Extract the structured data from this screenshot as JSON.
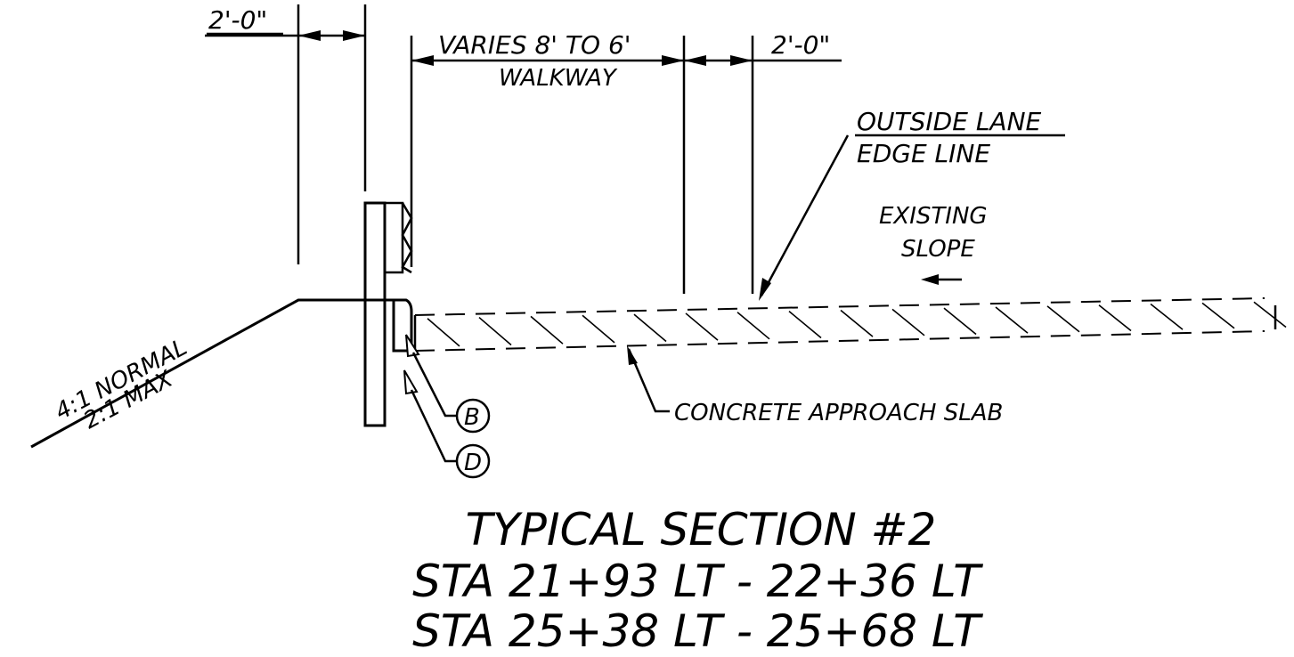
{
  "dimensions": {
    "left_offset": "2'-0\"",
    "walkway_width": "VARIES 8' TO 6'",
    "walkway_label": "WALKWAY",
    "right_offset": "2'-0\""
  },
  "notes": {
    "edge_line_1": "OUTSIDE LANE",
    "edge_line_2": "EDGE LINE",
    "slope_1": "EXISTING",
    "slope_2": "SLOPE",
    "slab": "CONCRETE APPROACH SLAB",
    "embankment_1": "4:1 NORMAL",
    "embankment_2": "2:1 MAX"
  },
  "callouts": {
    "b": "B",
    "d": "D"
  },
  "title": {
    "line1": "TYPICAL SECTION #2",
    "line2": "STA 21+93 LT - 22+36 LT",
    "line3": "STA 25+38 LT - 25+68 LT"
  },
  "colors": {
    "ink": "#000000",
    "paper": "#ffffff"
  }
}
